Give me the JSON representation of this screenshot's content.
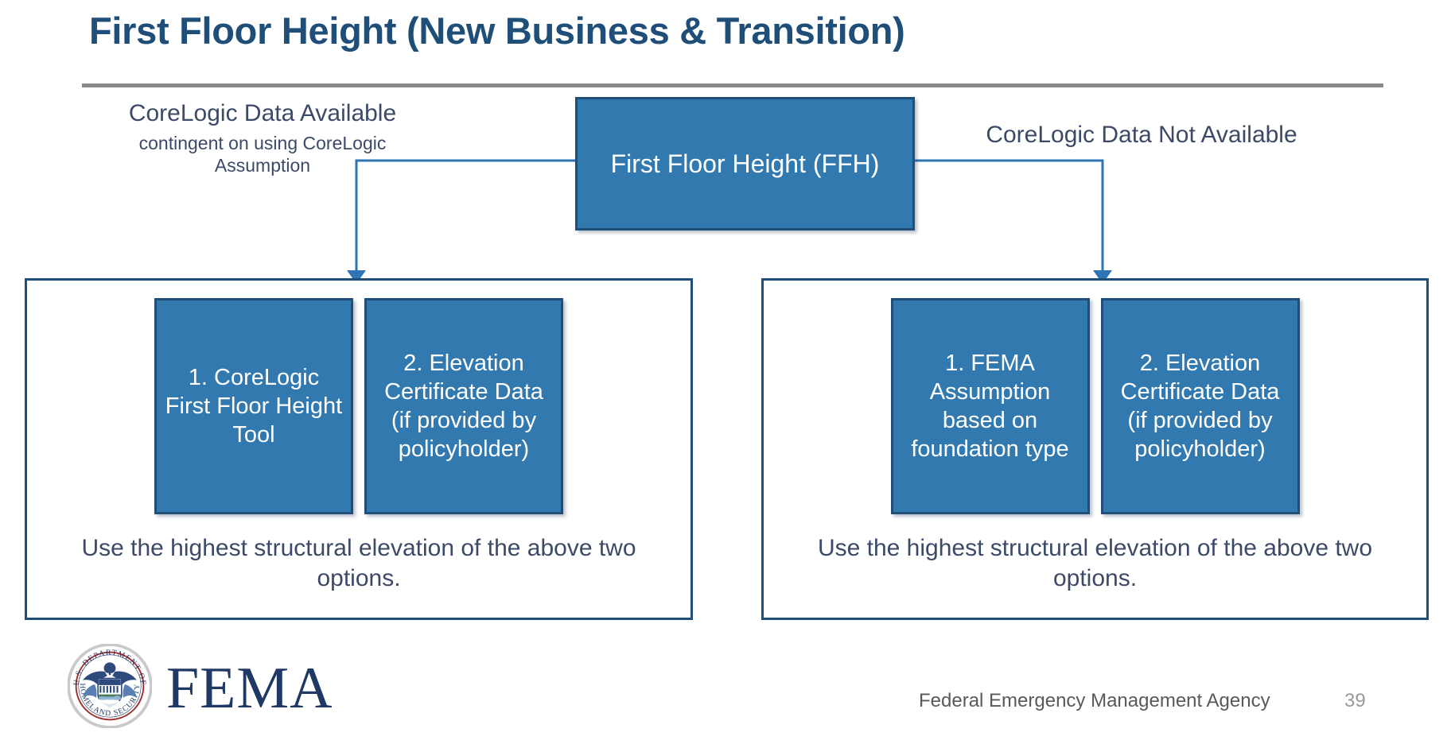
{
  "slide": {
    "title": "First Floor Height (New Business & Transition)",
    "page_number": "39",
    "accent_blue": "#3279af",
    "border_blue": "#1f4e79",
    "title_blue": "#1f4e79",
    "rule_gray": "#8a8a8d",
    "text_navy": "#3c4a68"
  },
  "flow": {
    "root": {
      "label": "First Floor Height (FFH)"
    },
    "branches": [
      {
        "caption_main": "CoreLogic Data Available",
        "caption_sub": "contingent on using CoreLogic Assumption",
        "options": [
          {
            "label": "1. CoreLogic First Floor Height Tool"
          },
          {
            "label": "2. Elevation Certificate Data (if provided by policyholder)"
          }
        ],
        "footnote": "Use the highest structural elevation of the above two options."
      },
      {
        "caption_main": "CoreLogic Data Not Available",
        "caption_sub": "",
        "options": [
          {
            "label": "1. FEMA Assumption based on foundation type"
          },
          {
            "label": "2. Elevation Certificate Data (if provided by policyholder)"
          }
        ],
        "footnote": "Use the highest structural elevation of the above two options."
      }
    ]
  },
  "footer": {
    "agency": "Federal Emergency Management Agency",
    "wordmark": "FEMA",
    "seal_alt": "U.S. DEPARTMENT OF HOMELAND SECURITY",
    "seal_text_top": "U.S. DEPARTMENT OF",
    "seal_text_bottom": "HOMELAND SECURITY"
  }
}
